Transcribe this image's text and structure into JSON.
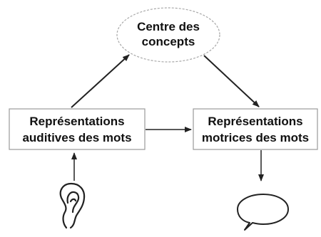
{
  "diagram": {
    "concept_center": {
      "line1": "Centre des",
      "line2": "concepts"
    },
    "auditory_node": {
      "line1": "Représentations",
      "line2": "auditives des mots"
    },
    "motor_node": {
      "line1": "Représentations",
      "line2": "motrices des mots"
    },
    "input_icon": "ear-icon",
    "output_icon": "speech-bubble-icon",
    "colors": {
      "stroke": "#222222",
      "box_border": "#9a9a9a",
      "ellipse_border": "#a8a8a8",
      "text": "#111111"
    }
  }
}
